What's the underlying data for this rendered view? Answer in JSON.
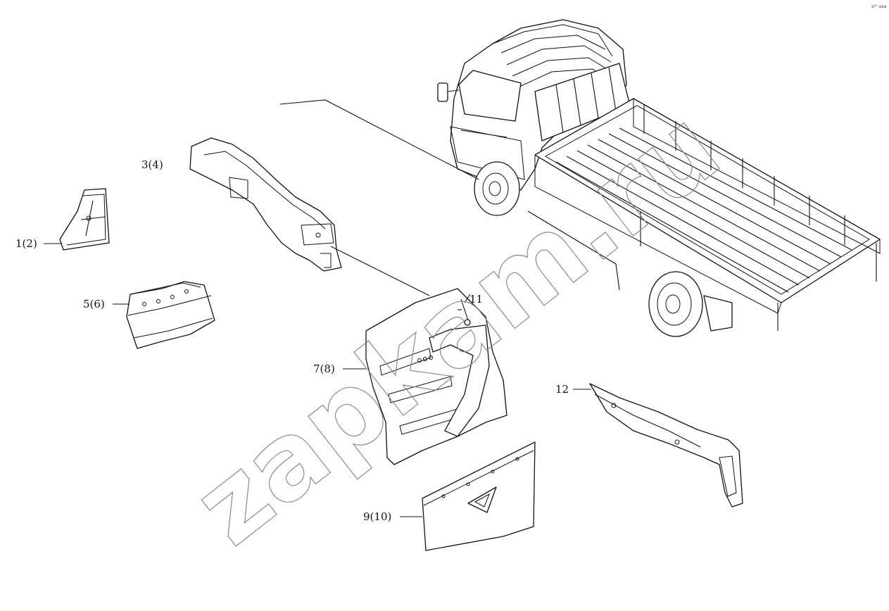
{
  "labels": {
    "p1": "1(2)",
    "p3": "3(4)",
    "p5": "5(6)",
    "p7": "7(8)",
    "p9": "9(10)",
    "p11": "11",
    "p12": "12"
  },
  "watermark": "zapkam.ru",
  "corner_mark": "a⁰⁰ aaa",
  "icons": {
    "truck": "flatbed-truck-drawing",
    "p1": "bracket-part",
    "p3": "fender-support-part",
    "p5": "mount-plate-part",
    "p7": "mud-flap-bracket-part",
    "p9": "mud-flap-part",
    "p11": "bolt-part",
    "p12": "rear-support-part"
  }
}
